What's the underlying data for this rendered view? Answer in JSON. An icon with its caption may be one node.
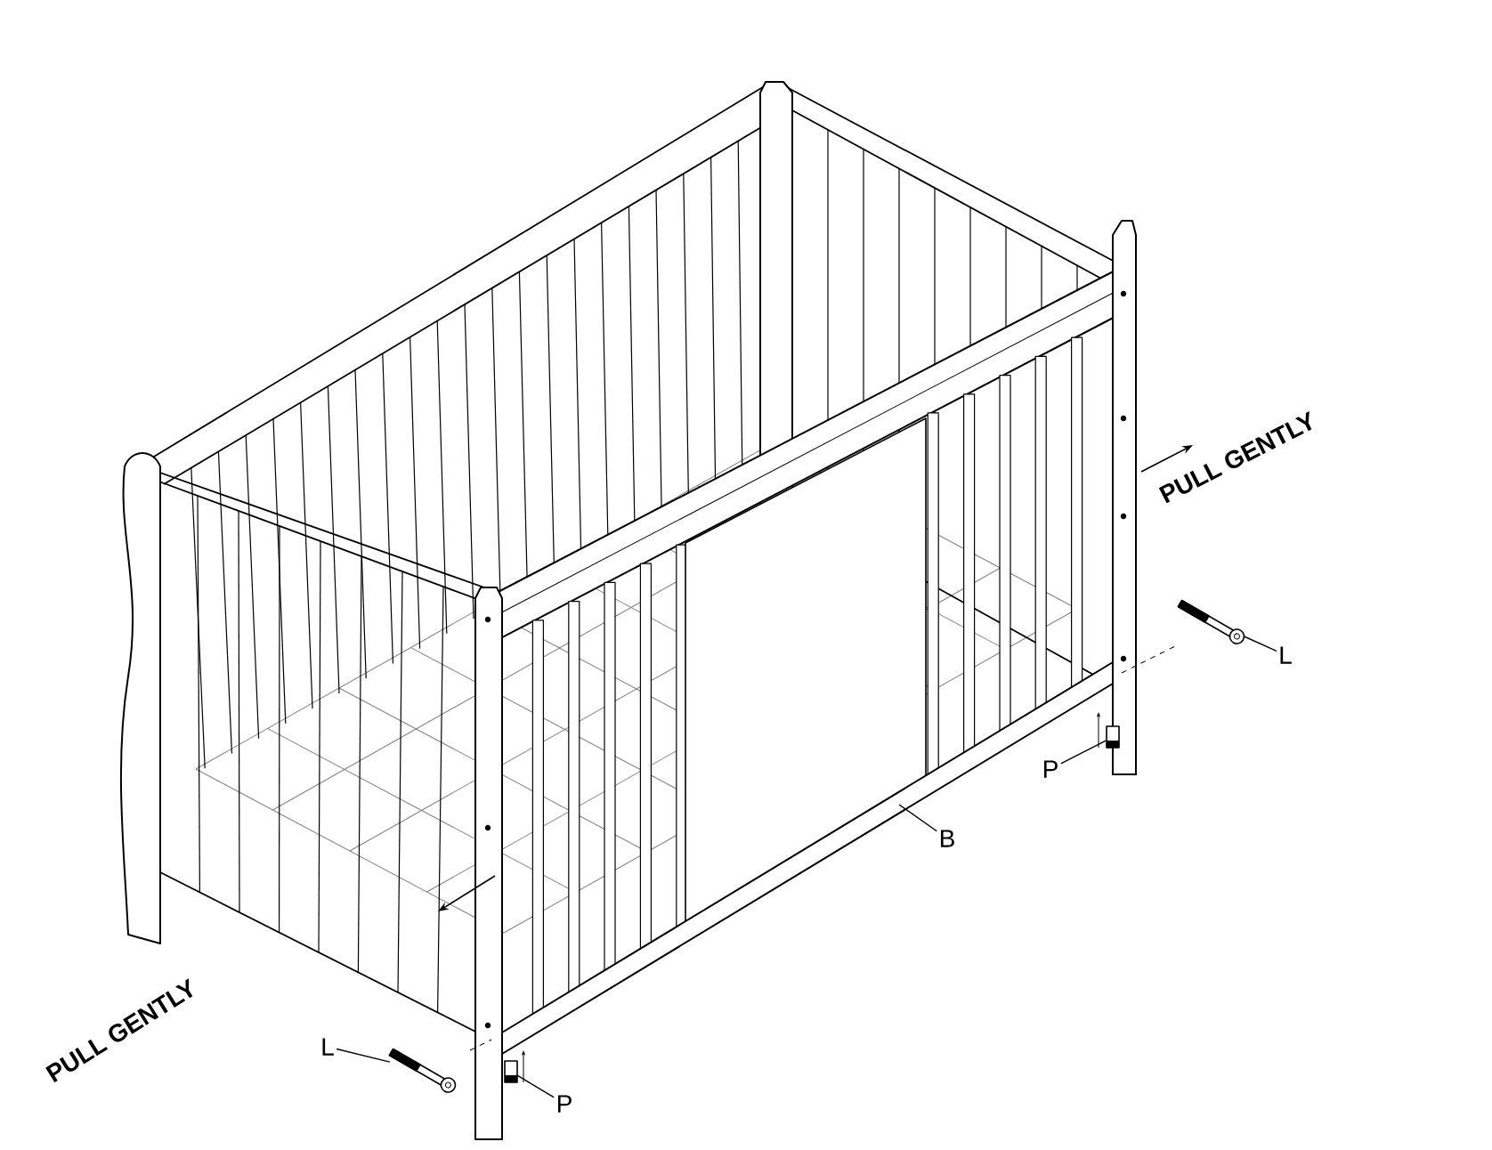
{
  "diagram": {
    "nodes": [
      {
        "text": [
          "L"
        ]
      },
      {
        "text": [],
        "shape": "picture"
      },
      {
        "text": [
          "P"
        ]
      },
      {
        "text": [],
        "shape": "picture"
      },
      {
        "text": [
          "B"
        ]
      },
      {
        "text": [
          "L"
        ]
      },
      {
        "text": [],
        "shape": "picture"
      },
      {
        "text": [
          "P"
        ]
      },
      {
        "text": [],
        "shape": "picture"
      }
    ],
    "edges": [
      {
        "from": 0,
        "to": 1,
        "arrow": "none"
      },
      {
        "from": 2,
        "to": 3,
        "arrow": "none"
      },
      {
        "from": 4,
        "to": null,
        "arrow": "none"
      },
      {
        "from": 5,
        "to": 6,
        "arrow": "none"
      },
      {
        "from": 7,
        "to": 8,
        "arrow": "none"
      }
    ],
    "labels": [
      "PULL GENTLY",
      "PULL GENTLY"
    ]
  }
}
